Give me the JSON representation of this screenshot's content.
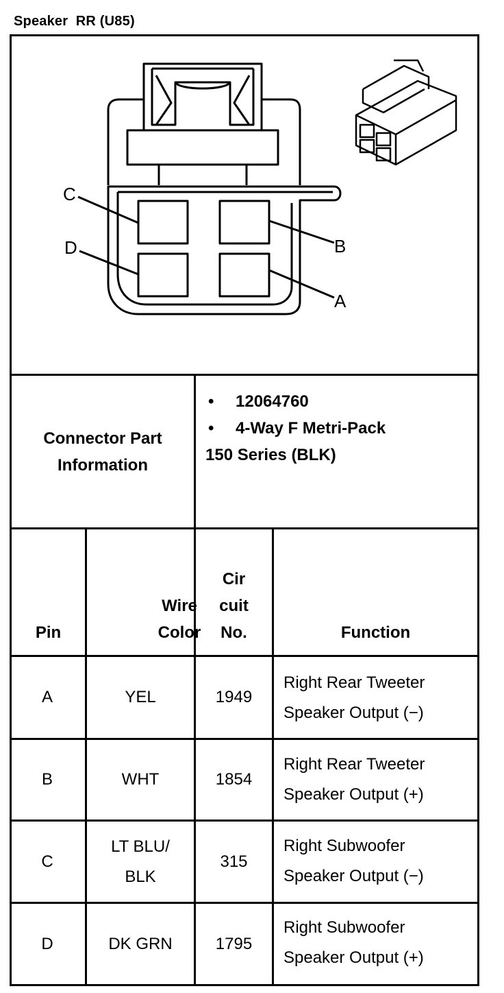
{
  "title": {
    "left": "Speaker",
    "right": "RR (U85)"
  },
  "connector": {
    "pin_labels": {
      "a": "A",
      "b": "B",
      "c": "C",
      "d": "D"
    }
  },
  "part_info": {
    "label_line1": "Connector Part",
    "label_line2": "Information",
    "bullets": [
      "12064760",
      "4-Way F Metri-Pack"
    ],
    "continuation": "150 Series (BLK)"
  },
  "table": {
    "headers": {
      "pin": "Pin",
      "wire_color_1": "Wire",
      "wire_color_2": "Color",
      "circuit_1": "Cir",
      "circuit_2": "cuit",
      "circuit_3": "No.",
      "function": "Function"
    },
    "rows": [
      {
        "pin": "A",
        "color_1": "YEL",
        "color_2": "",
        "circuit": "1949",
        "function_1": "Right Rear Tweeter",
        "function_2": "Speaker Output (−)"
      },
      {
        "pin": "B",
        "color_1": "WHT",
        "color_2": "",
        "circuit": "1854",
        "function_1": "Right Rear Tweeter",
        "function_2": "Speaker Output (+)"
      },
      {
        "pin": "C",
        "color_1": "LT BLU/",
        "color_2": "BLK",
        "circuit": "315",
        "function_1": "Right Subwoofer",
        "function_2": "Speaker Output (−)"
      },
      {
        "pin": "D",
        "color_1": "DK GRN",
        "color_2": "",
        "circuit": "1795",
        "function_1": "Right Subwoofer",
        "function_2": "Speaker Output (+)"
      }
    ]
  }
}
